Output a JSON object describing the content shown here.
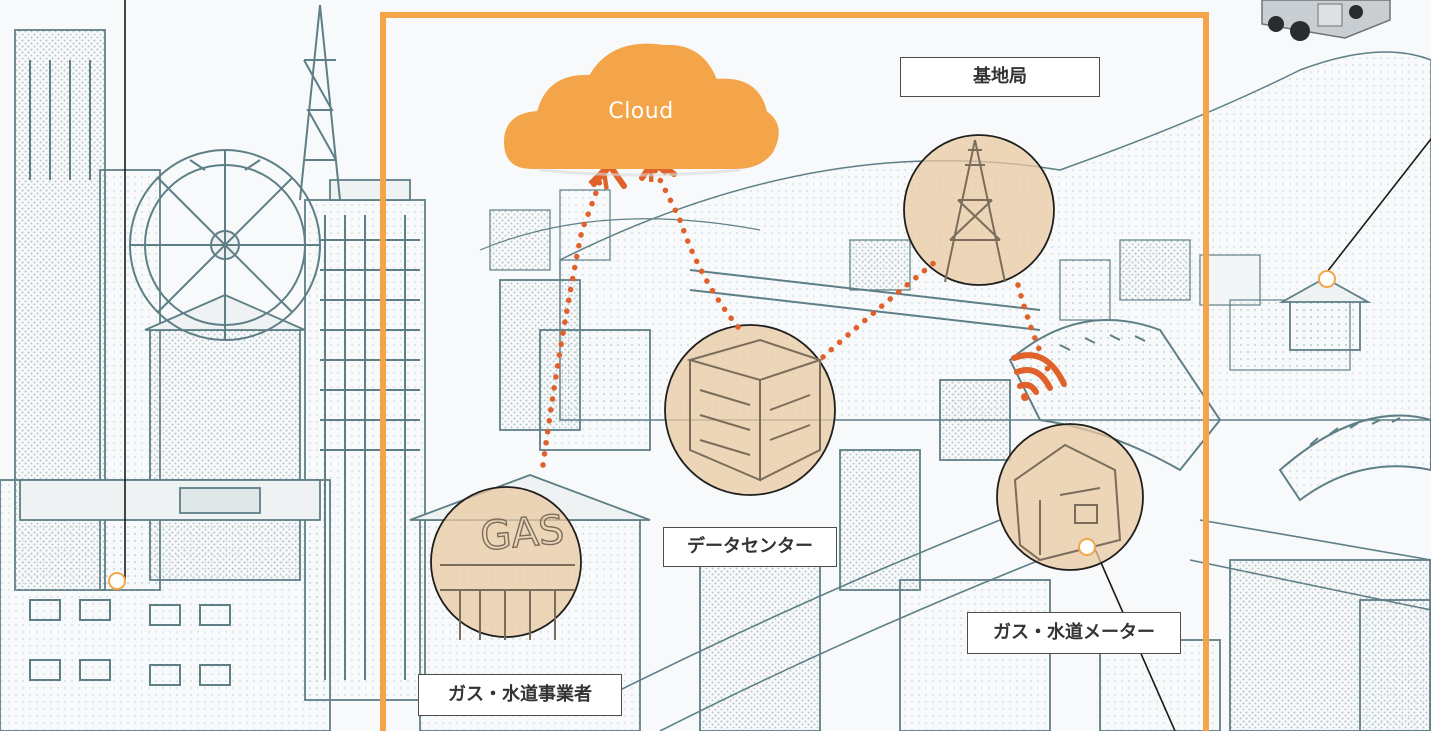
{
  "cloud": {
    "label": "Cloud"
  },
  "labels": {
    "base_station": "基地局",
    "data_center": "データセンター",
    "meter": "ガス・水道メーター",
    "utility": "ガス・水道事業者"
  },
  "building_sign": "GAS",
  "colors": {
    "accent": "#f4a54a",
    "link": "#e0612a",
    "sketch": "#5e7f86",
    "highlight": "#e9c8a2"
  }
}
